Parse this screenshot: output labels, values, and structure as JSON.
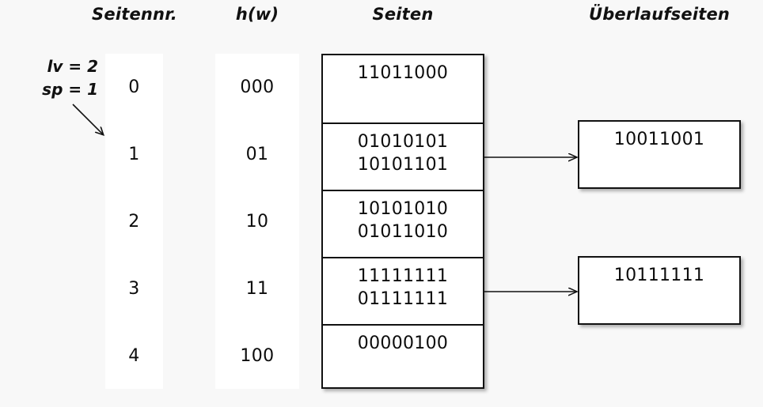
{
  "headers": {
    "seitennr": "Seitennr.",
    "hw": "h(w)",
    "seiten": "Seiten",
    "ueberlaufseiten": "Überlaufseiten"
  },
  "annotation": {
    "lv": "lv = 2",
    "sp": "sp = 1"
  },
  "colors": {
    "background": "#f8f8f8",
    "box_fill": "#ffffff",
    "stroke": "#111111",
    "text": "#0c0c0c"
  },
  "rows": [
    {
      "seitennr": "0",
      "hw": "000",
      "entries": [
        "11011000"
      ],
      "overflow": null
    },
    {
      "seitennr": "1",
      "hw": "01",
      "entries": [
        "01010101",
        "10101101"
      ],
      "overflow": "10011001"
    },
    {
      "seitennr": "2",
      "hw": "10",
      "entries": [
        "10101010",
        "01011010"
      ],
      "overflow": null
    },
    {
      "seitennr": "3",
      "hw": "11",
      "entries": [
        "11111111",
        "01111111"
      ],
      "overflow": "10111111"
    },
    {
      "seitennr": "4",
      "hw": "100",
      "entries": [
        "00000100"
      ],
      "overflow": null
    }
  ],
  "overflow_pages": [
    {
      "value": "10011001",
      "from_row": 1
    },
    {
      "value": "10111111",
      "from_row": 3
    }
  ]
}
